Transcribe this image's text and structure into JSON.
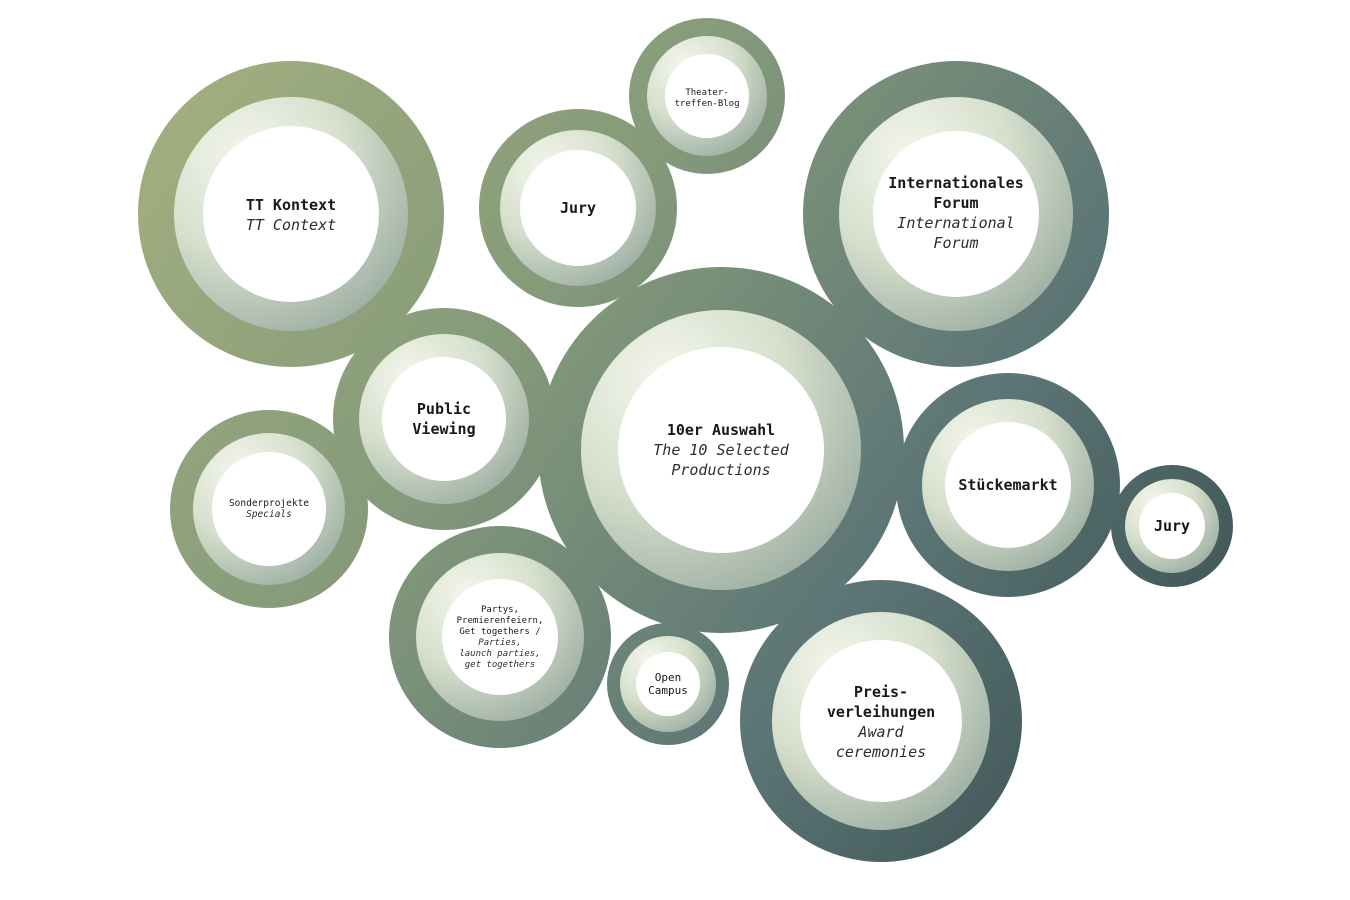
{
  "colors": {
    "sage": "#9eab7e",
    "olive_green": "#8a9c78",
    "slate_teal": "#5a7474",
    "dark_slate": "#3e5252",
    "light_ring": "#e6ecdf",
    "center": "#ffffff"
  },
  "bubbles": {
    "tt_kontext": {
      "de": "TT Kontext",
      "en": "TT Context"
    },
    "blog": {
      "de": "Theater-\ntreffen-Blog",
      "en": ""
    },
    "jury_top": {
      "de": "Jury",
      "en": ""
    },
    "forum": {
      "de": "Internationales\nForum",
      "en": "International\nForum"
    },
    "public_viewing": {
      "de": "Public\nViewing",
      "en": ""
    },
    "auswahl": {
      "de": "10er Auswahl",
      "en": "The 10 Selected\nProductions"
    },
    "stueckemarkt": {
      "de": "Stückemarkt",
      "en": ""
    },
    "jury_right": {
      "de": "Jury",
      "en": ""
    },
    "sonderprojekte": {
      "de": "Sonderprojekte",
      "en": "Specials"
    },
    "partys": {
      "de": "Partys,\nPremierenfeiern,\nGet togethers /",
      "en": "Parties,\nlaunch parties,\nget togethers"
    },
    "open_campus": {
      "de": "Open\nCampus",
      "en": ""
    },
    "preis": {
      "de": "Preis-\nverleihungen",
      "en": "Award\nceremonies"
    }
  }
}
